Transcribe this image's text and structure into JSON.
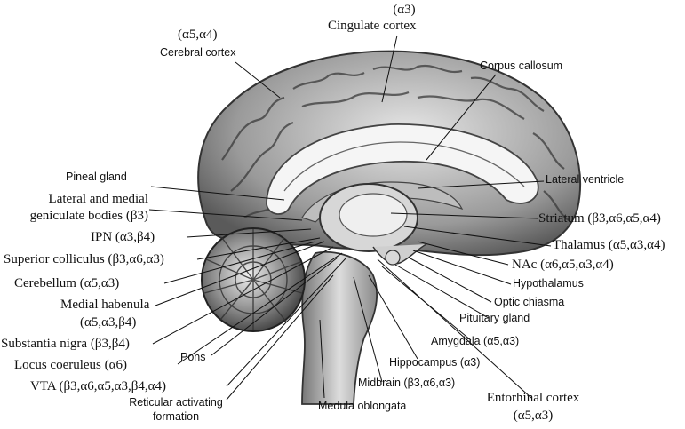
{
  "labels": {
    "cingulate_sub": "(α3)",
    "cingulate": "Cingulate cortex",
    "cerebral_sub": "(α5,α4)",
    "cerebral": "Cerebral cortex",
    "corpus_callosum": "Corpus callosum",
    "pineal": "Pineal gland",
    "lateral_ventricle": "Lateral ventricle",
    "geniculate_1": "Lateral and medial",
    "geniculate_2": "geniculate bodies (β3)",
    "striatum": "Striatum (β3,α6,α5,α4)",
    "ipn": "IPN (α3,β4)",
    "thalamus": "Thalamus (α5,α3,α4)",
    "superior_colliculus": "Superior colliculus (β3,α6,α3)",
    "nac": "NAc (α6,α5,α3,α4)",
    "cerebellum": "Cerebellum (α5,α3)",
    "hypothalamus": "Hypothalamus",
    "medial_habenula_1": "Medial habenula",
    "medial_habenula_2": "(α5,α3,β4)",
    "optic_chiasma": "Optic chiasma",
    "pituitary": "Pituitary gland",
    "substantia_nigra": "Substantia nigra (β3,β4)",
    "amygdala": "Amygdala (α5,α3)",
    "pons": "Pons",
    "locus_coeruleus": "Locus coeruleus (α6)",
    "hippocampus": "Hippocampus (α3)",
    "vta": "VTA (β3,α6,α5,α3,β4,α4)",
    "midbrain": "Midbrain (β3,α6,α3)",
    "entorhinal_1": "Entorhinal cortex",
    "entorhinal_2": "(α5,α3)",
    "reticular_1": "Reticular activating",
    "reticular_2": "formation",
    "medulla": "Medula oblongata"
  }
}
